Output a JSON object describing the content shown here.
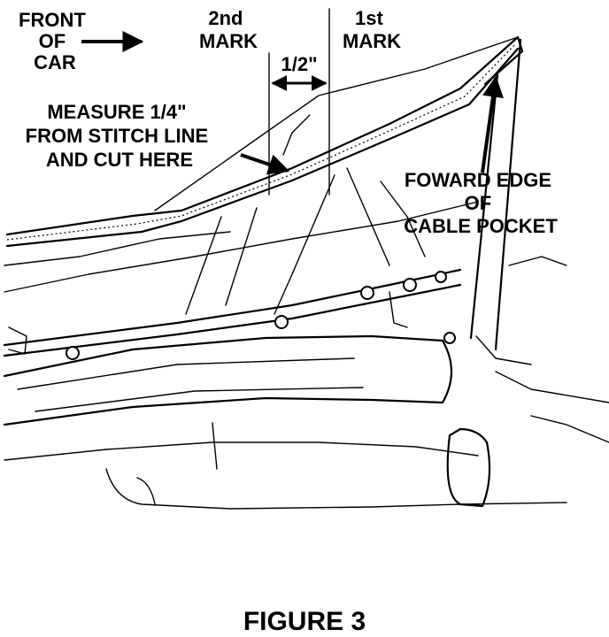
{
  "labels": {
    "front_of_car": [
      "FRONT",
      "OF",
      "CAR"
    ],
    "second_mark": [
      "2nd",
      "MARK"
    ],
    "first_mark": [
      "1st",
      "MARK"
    ],
    "spacing": "1/2\"",
    "cut_instruction": [
      "MEASURE 1/4\"",
      "FROM STITCH LINE",
      "AND CUT HERE"
    ],
    "cable_pocket": [
      "FOWARD EDGE",
      "OF",
      "CABLE POCKET"
    ]
  },
  "caption": "FIGURE 3"
}
